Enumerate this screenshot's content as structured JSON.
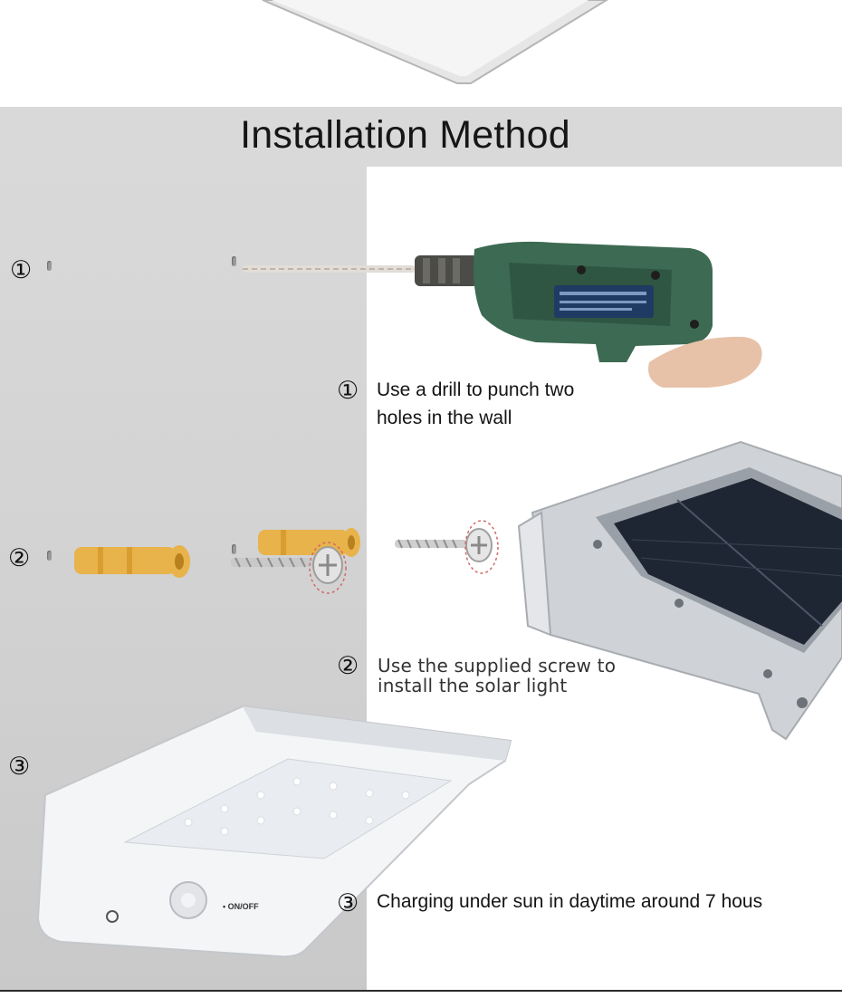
{
  "header": {
    "title": "Installation Method"
  },
  "steps": [
    {
      "marker": "①",
      "line1": "Use a drill to punch two",
      "line2": "holes in the wall"
    },
    {
      "marker": "②",
      "line1": "Use the supplied screw to",
      "line2": "install the solar light"
    },
    {
      "marker": "③",
      "text": "Charging under sun in daytime around 7 hous"
    }
  ],
  "product": {
    "switch_label": "• ON/OFF"
  },
  "icons": [
    "drill-icon",
    "wall-anchor-icon",
    "screw-icon",
    "solar-panel-icon",
    "solar-light-icon"
  ],
  "colors": {
    "title_band": "#d9d9d9",
    "wall": "#d3d3d3",
    "anchor": "#e8b34a",
    "drill_body": "#3d6a52"
  }
}
